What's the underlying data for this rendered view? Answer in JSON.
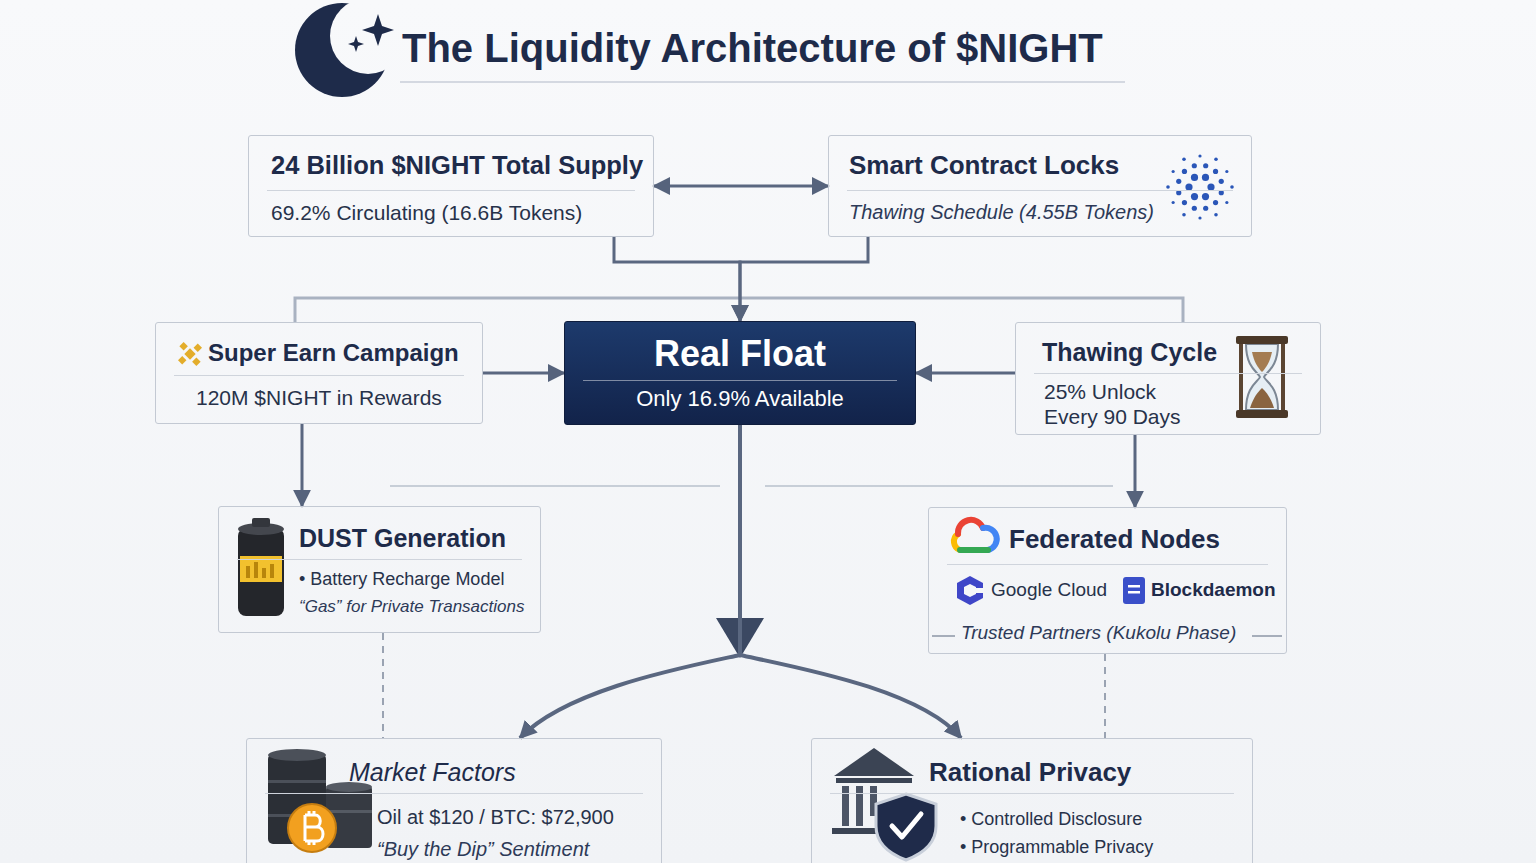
{
  "diagram": {
    "title": "The Liquidity Architecture of $NIGHT",
    "nodes": [
      {
        "text": [
          "24 Billion $NIGHT Total Supply",
          "69.2% Circulating (16.6B Tokens)"
        ]
      },
      {
        "text": [
          "Smart Contract Locks",
          "Thawing Schedule (4.55B Tokens)"
        ]
      },
      {
        "text": [
          "Super Earn Campaign",
          "120M $NIGHT in Rewards"
        ]
      },
      {
        "text": [
          "Real Float",
          "Only 16.9% Available"
        ]
      },
      {
        "text": [
          "Thawing Cycle",
          "25% Unlock Every 90 Days"
        ]
      },
      {
        "text": [
          "DUST Generation",
          "• Battery Recharge Model",
          "“Gas” for Private Transactions"
        ]
      },
      {
        "text": [
          "Federated Nodes",
          "Google Cloud",
          "Blockdaemon",
          "Trusted Partners (Kukolu Phase)"
        ]
      },
      {
        "text": [
          "Market Factors",
          "Oil at $120 / BTC: $72,900",
          "“Buy the Dip” Sentiment"
        ]
      },
      {
        "text": [
          "Rational Privacy",
          "• Controlled Disclosure",
          "• Programmable Privacy"
        ]
      }
    ],
    "edges": [
      {
        "from": 0,
        "to": 1,
        "arrow": "both"
      },
      {
        "from": 0,
        "to": 3,
        "arrow": "to"
      },
      {
        "from": 1,
        "to": 3,
        "arrow": "to"
      },
      {
        "from": 2,
        "to": 3,
        "arrow": "to"
      },
      {
        "from": 4,
        "to": 3,
        "arrow": "to"
      },
      {
        "from": 2,
        "to": 5,
        "arrow": "to"
      },
      {
        "from": 4,
        "to": 6,
        "arrow": "to"
      },
      {
        "from": 3,
        "to": 7,
        "arrow": "to"
      },
      {
        "from": 3,
        "to": 8,
        "arrow": "to"
      },
      {
        "from": 5,
        "to": 7,
        "arrow": "none"
      },
      {
        "from": 6,
        "to": 8,
        "arrow": "none"
      }
    ]
  }
}
